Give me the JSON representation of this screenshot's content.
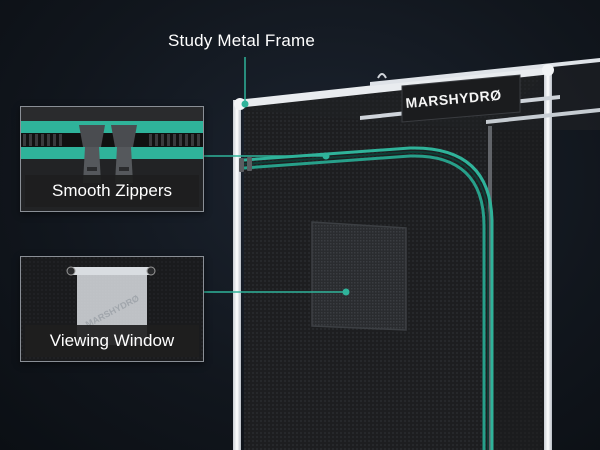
{
  "callouts": {
    "frame": "Study Metal Frame",
    "zippers": "Smooth Zippers",
    "window": "Viewing Window"
  },
  "brand": {
    "logo_text": "MARSHYDRØ",
    "window_logo_text": "MARSHYDRØ"
  },
  "colors": {
    "accent": "#2fb39a",
    "background": "#11161d",
    "frame": "#e9ecef",
    "tent_fabric": "#1e1f21"
  }
}
